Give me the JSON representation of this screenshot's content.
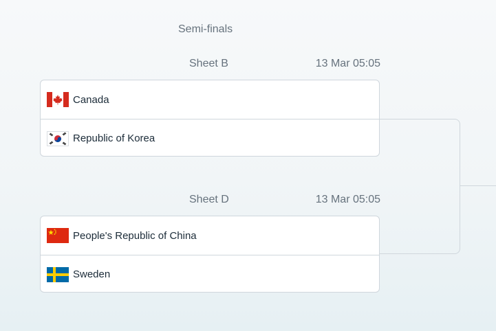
{
  "round": {
    "title": "Semi-finals"
  },
  "matches": [
    {
      "sheet": "Sheet B",
      "time": "13 Mar 05:05",
      "teams": [
        {
          "name": "Canada",
          "flag": "canada-flag-icon"
        },
        {
          "name": "Republic of Korea",
          "flag": "korea-flag-icon"
        }
      ]
    },
    {
      "sheet": "Sheet D",
      "time": "13 Mar 05:05",
      "teams": [
        {
          "name": "People's Republic of China",
          "flag": "china-flag-icon"
        },
        {
          "name": "Sweden",
          "flag": "sweden-flag-icon"
        }
      ]
    }
  ],
  "colors": {
    "card_border": "#cfd6dc",
    "header_text": "#66727d",
    "team_text": "#1b2b38"
  }
}
